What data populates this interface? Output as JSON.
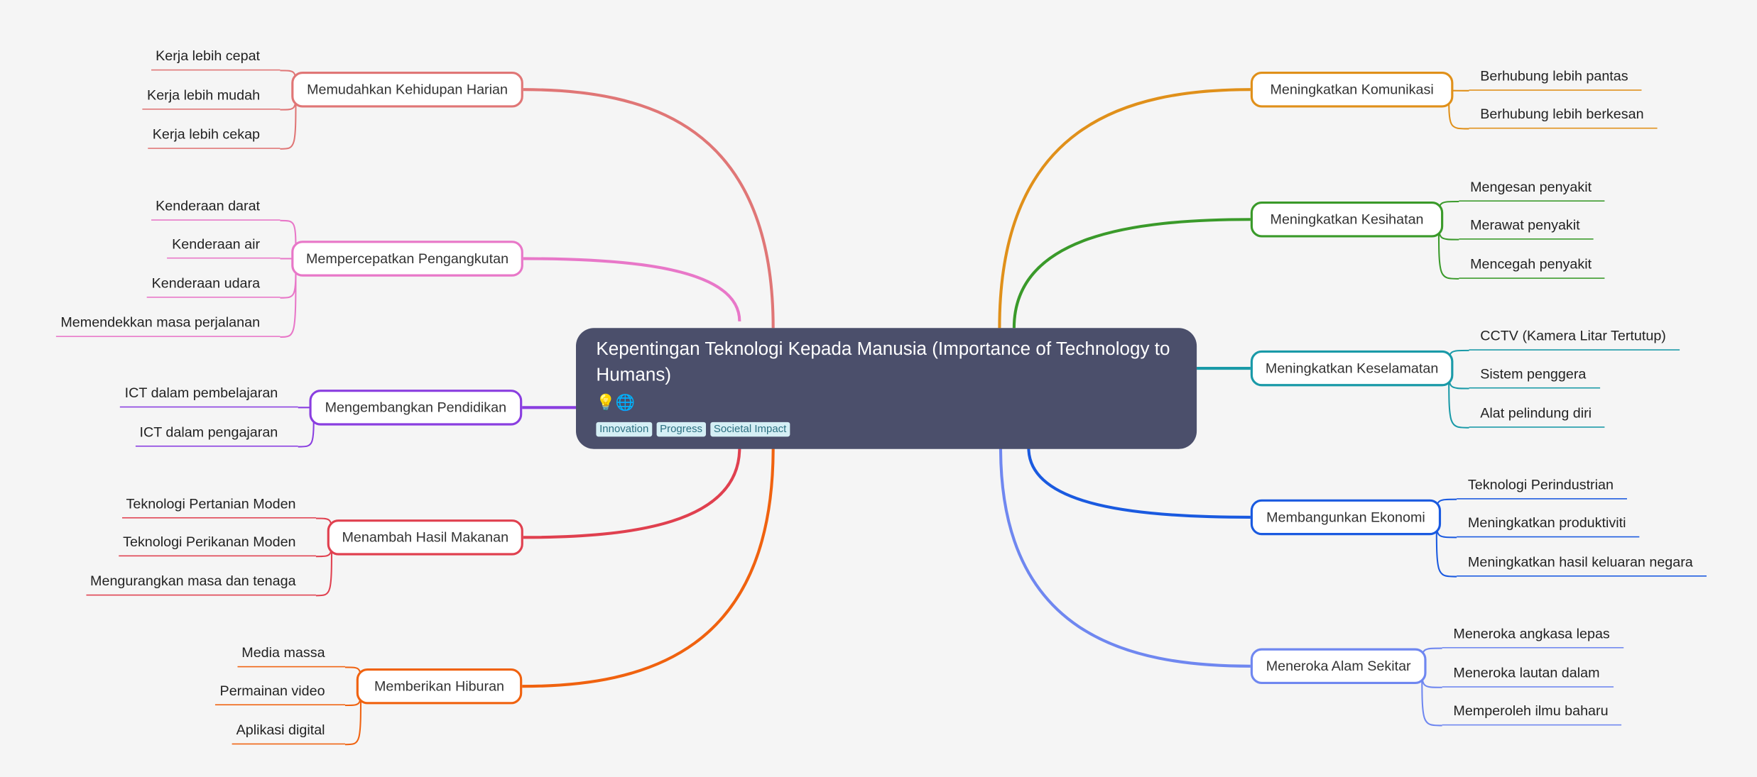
{
  "root": {
    "title": "Kepentingan Teknologi Kepada Manusia (Importance of Technology to Humans)",
    "emoji": "💡🌐",
    "tags": [
      "Innovation",
      "Progress",
      "Societal Impact"
    ]
  },
  "branches": [
    {
      "label": "Memudahkan Kehidupan Harian",
      "side": "left",
      "color": "#e07676",
      "children": [
        "Kerja lebih cepat",
        "Kerja lebih mudah",
        "Kerja lebih cekap"
      ]
    },
    {
      "label": "Mempercepatkan Pengangkutan",
      "side": "left",
      "color": "#e877c8",
      "children": [
        "Kenderaan darat",
        "Kenderaan air",
        "Kenderaan udara",
        "Memendekkan masa perjalanan"
      ]
    },
    {
      "label": "Mengembangkan Pendidikan",
      "side": "left",
      "color": "#8a3ee0",
      "children": [
        "ICT dalam pembelajaran",
        "ICT dalam pengajaran"
      ]
    },
    {
      "label": "Menambah Hasil Makanan",
      "side": "left",
      "color": "#e0404f",
      "children": [
        "Teknologi Pertanian Moden",
        "Teknologi Perikanan Moden",
        "Mengurangkan masa dan tenaga"
      ]
    },
    {
      "label": "Memberikan Hiburan",
      "side": "left",
      "color": "#f0620f",
      "children": [
        "Media massa",
        "Permainan video",
        "Aplikasi digital"
      ]
    },
    {
      "label": "Meningkatkan Komunikasi",
      "side": "right",
      "color": "#e0901a",
      "children": [
        "Berhubung lebih pantas",
        "Berhubung lebih berkesan"
      ]
    },
    {
      "label": "Meningkatkan Kesihatan",
      "side": "right",
      "color": "#3a9a2a",
      "children": [
        "Mengesan penyakit",
        "Merawat penyakit",
        "Mencegah penyakit"
      ]
    },
    {
      "label": "Meningkatkan Keselamatan",
      "side": "right",
      "color": "#1a9aa8",
      "children": [
        "CCTV (Kamera Litar Tertutup)",
        "Sistem penggera",
        "Alat pelindung diri"
      ]
    },
    {
      "label": "Membangunkan Ekonomi",
      "side": "right",
      "color": "#1a5ae0",
      "children": [
        "Teknologi Perindustrian",
        "Meningkatkan produktiviti",
        "Meningkatkan hasil keluaran negara"
      ]
    },
    {
      "label": "Meneroka Alam Sekitar",
      "side": "right",
      "color": "#6f87f0",
      "children": [
        "Meneroka angkasa lepas",
        "Meneroka lautan dalam",
        "Memperoleh ilmu baharu"
      ]
    }
  ]
}
